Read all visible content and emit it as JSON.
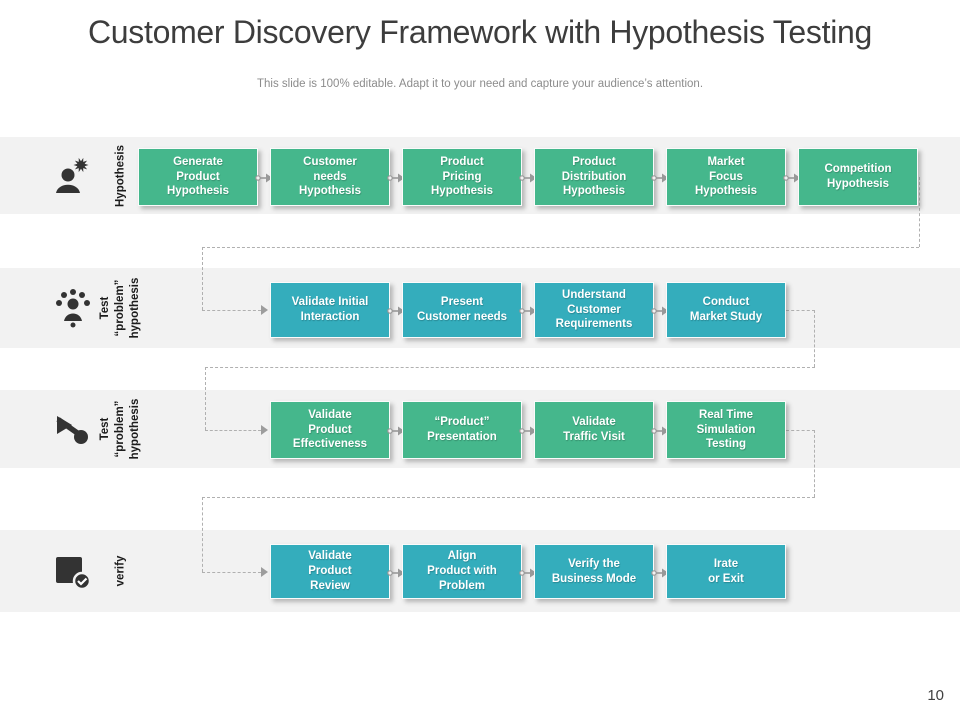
{
  "title": "Customer Discovery Framework with Hypothesis Testing",
  "subtitle": "This slide is 100% editable. Adapt it to your need and capture your audience’s attention.",
  "page_number": "10",
  "colors": {
    "green": "#45b78c",
    "teal": "#34adbc",
    "band": "#f2f2f2",
    "dash": "#b0b0b0",
    "icon": "#333333"
  },
  "rows": [
    {
      "id": "hypothesis",
      "icon": "idea-person-icon",
      "color": "green",
      "label_lines": [
        "Hypothesis"
      ],
      "boxes": [
        [
          "Generate",
          "Product",
          "Hypothesis"
        ],
        [
          "Customer",
          "needs",
          "Hypothesis"
        ],
        [
          "Product",
          "Pricing",
          "Hypothesis"
        ],
        [
          "Product",
          "Distribution",
          "Hypothesis"
        ],
        [
          "Market",
          "Focus",
          "Hypothesis"
        ],
        [
          "Competition",
          "Hypothesis"
        ]
      ]
    },
    {
      "id": "test-problem-hypothesis-1",
      "icon": "audience-icon",
      "color": "teal",
      "label_lines": [
        "Test",
        "“problem”",
        "hypothesis"
      ],
      "boxes": [
        [
          "Validate Initial",
          "Interaction"
        ],
        [
          "Present",
          "Customer needs"
        ],
        [
          "Understand",
          "Customer",
          "Requirements"
        ],
        [
          "Conduct",
          "Market Study"
        ]
      ]
    },
    {
      "id": "test-problem-hypothesis-2",
      "icon": "strategy-icon",
      "color": "green",
      "label_lines": [
        "Test",
        "“problem”",
        "hypothesis"
      ],
      "boxes": [
        [
          "Validate",
          "Product",
          "Effectiveness"
        ],
        [
          "“Product”",
          "Presentation"
        ],
        [
          "Validate",
          "Traffic Visit"
        ],
        [
          "Real Time",
          "Simulation",
          "Testing"
        ]
      ]
    },
    {
      "id": "verify",
      "icon": "verify-icon",
      "color": "teal",
      "label_lines": [
        "verify"
      ],
      "boxes": [
        [
          "Validate",
          "Product",
          "Review"
        ],
        [
          "Align",
          "Product with",
          "Problem"
        ],
        [
          "Verify the",
          "Business Mode"
        ],
        [
          "Irate",
          "or Exit"
        ]
      ]
    }
  ]
}
